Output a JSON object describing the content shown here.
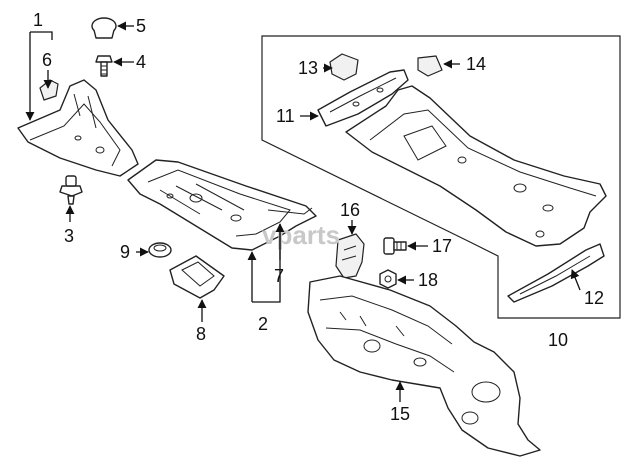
{
  "watermark": "vparts",
  "callouts": [
    {
      "id": "c1",
      "label": "1"
    },
    {
      "id": "c2",
      "label": "2"
    },
    {
      "id": "c3",
      "label": "3"
    },
    {
      "id": "c4",
      "label": "4"
    },
    {
      "id": "c5",
      "label": "5"
    },
    {
      "id": "c6",
      "label": "6"
    },
    {
      "id": "c7",
      "label": "7"
    },
    {
      "id": "c8",
      "label": "8"
    },
    {
      "id": "c9",
      "label": "9"
    },
    {
      "id": "c10",
      "label": "10"
    },
    {
      "id": "c11",
      "label": "11"
    },
    {
      "id": "c12",
      "label": "12"
    },
    {
      "id": "c13",
      "label": "13"
    },
    {
      "id": "c14",
      "label": "14"
    },
    {
      "id": "c15",
      "label": "15"
    },
    {
      "id": "c16",
      "label": "16"
    },
    {
      "id": "c17",
      "label": "17"
    },
    {
      "id": "c18",
      "label": "18"
    }
  ]
}
